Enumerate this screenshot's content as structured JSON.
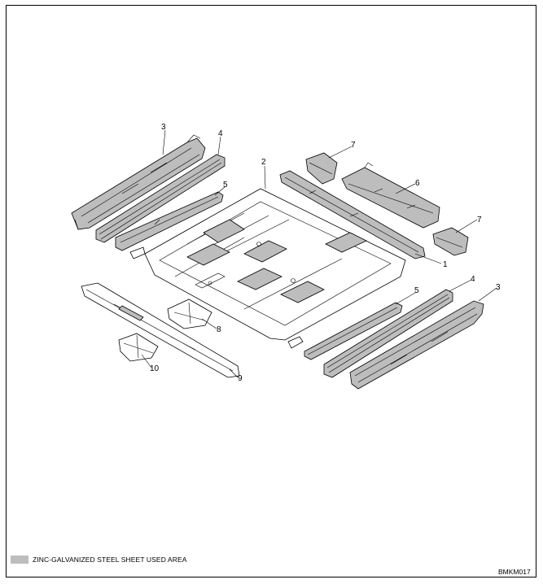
{
  "callouts": {
    "c1": "1",
    "c2": "2",
    "c3_left": "3",
    "c3_right": "3",
    "c4_left": "4",
    "c4_right": "4",
    "c5_left": "5",
    "c5_right": "5",
    "c6": "6",
    "c7_top": "7",
    "c7_right": "7",
    "c8": "8",
    "c9": "9",
    "c10": "10"
  },
  "legend": {
    "label": "ZINC-GALVANIZED STEEL SHEET USED AREA",
    "swatch_color": "#bdbdbd"
  },
  "figure_code": "BMKM017"
}
